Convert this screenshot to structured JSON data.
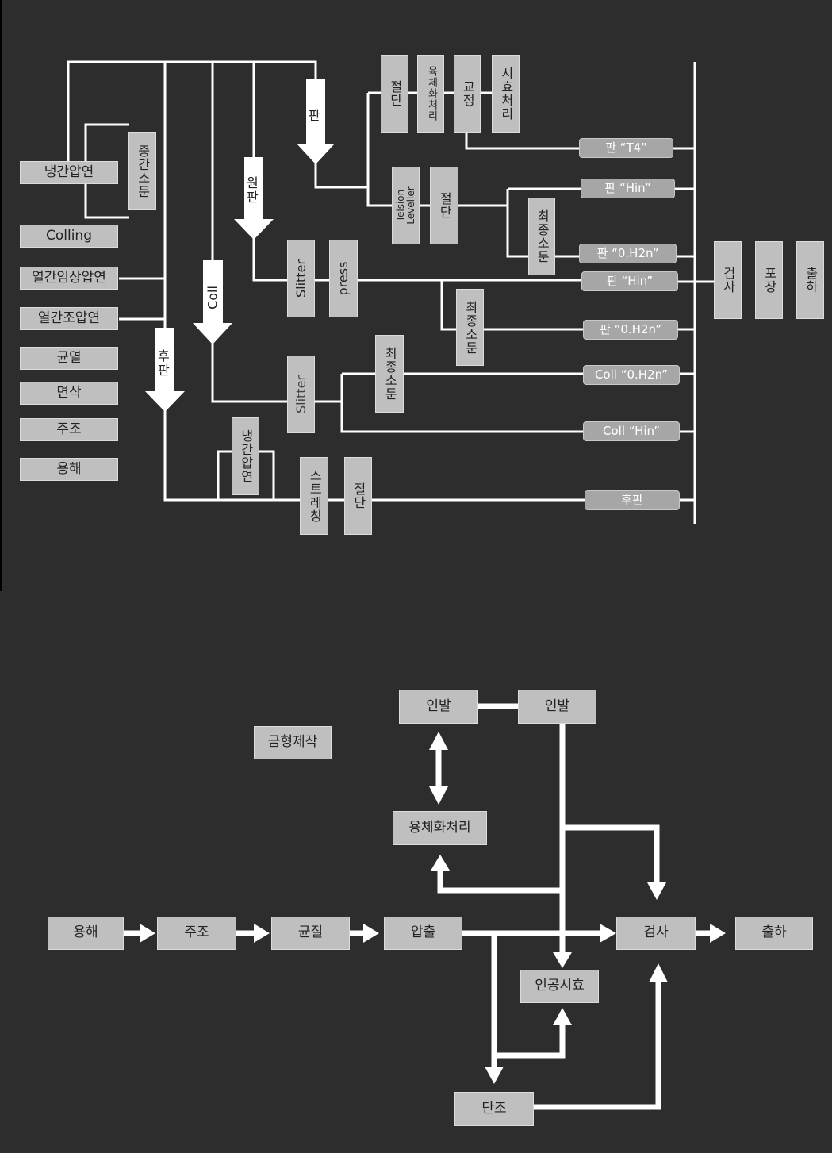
{
  "top": {
    "left_column": [
      "냉간압연",
      "Colling",
      "열간임상압연",
      "열간조압연",
      "균열",
      "면삭",
      "주조",
      "용해"
    ],
    "jungan_sodun": "중간소둔",
    "arrows": {
      "pan": "판",
      "wonpan": "원판",
      "coll": "Coll",
      "hupan": "후판"
    },
    "vertical_boxes": {
      "jeoldan1": "절단",
      "yukche": "육체화처리",
      "gyojeong": "교정",
      "sihyo": "시효처리",
      "tension_leveller": "Telsion Leveller",
      "jeoldan2": "절단",
      "choejong1": "최종소둔",
      "slitter1": "Slitter",
      "press": "press",
      "choejong2": "최종소둔",
      "slitter2": "Slitter",
      "choejong3": "최종소둔",
      "naenggan": "냉간압연",
      "stretching": "스트레칭",
      "jeoldan3": "절단"
    },
    "products": [
      "판 “T4”",
      "판 “Hin”",
      "판 “0.H2n”",
      "판 “Hin”",
      "판 “0.H2n”",
      "Coll “0.H2n”",
      "Coll “Hin”",
      "후판"
    ],
    "final": [
      "검사",
      "포장",
      "출하"
    ]
  },
  "bottom": {
    "mold": "금형제작",
    "inbal1": "인발",
    "inbal2": "인발",
    "yongche": "용체화처리",
    "chain": [
      "용해",
      "주조",
      "균질",
      "압출"
    ],
    "geomsa": "검사",
    "chulha": "출하",
    "ingong": "인공시효",
    "danjo": "단조"
  }
}
